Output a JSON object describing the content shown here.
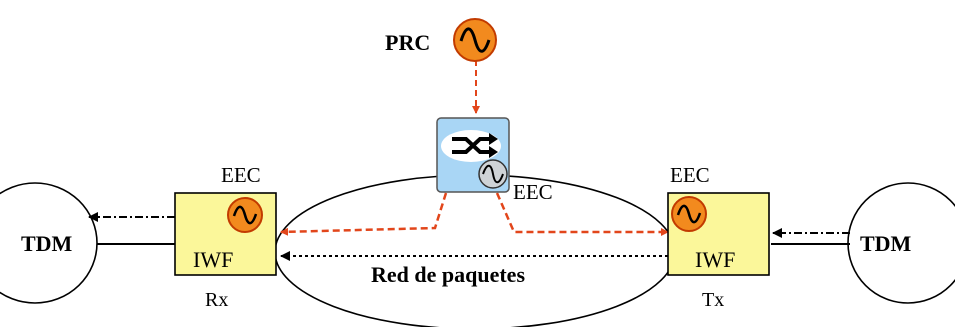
{
  "labels": {
    "prc": "PRC",
    "eec_switch": "EEC",
    "eec_left": "EEC",
    "eec_right": "EEC",
    "iwf_left": "IWF",
    "iwf_right": "IWF",
    "tdm_left": "TDM",
    "tdm_right": "TDM",
    "network": "Red de paquetes",
    "rx": "Rx",
    "tx": "Tx"
  },
  "colors": {
    "clock_fill": "#f28a1e",
    "clock_stroke": "#c23b00",
    "timing_line": "#e2461b",
    "iwf_fill": "#fbf79a",
    "switch_fill": "#a9d6f5",
    "dark_line": "#000000"
  },
  "icons": {
    "clock": "sine-wave-clock-icon",
    "switch": "crossed-arrows-switch-icon"
  }
}
